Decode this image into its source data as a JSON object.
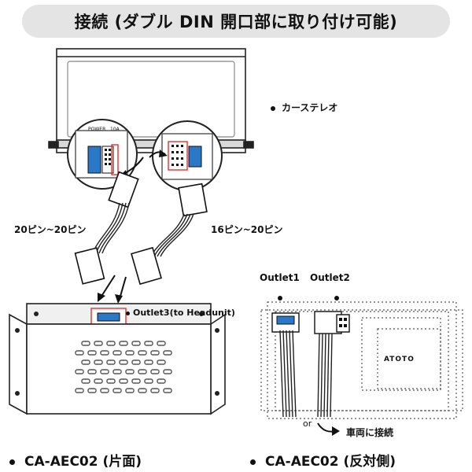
{
  "title": "接続 (ダブル DIN 開口部に取り付け可能)",
  "car_stereo_label": "カーステレオ",
  "cable_left_label": "20ピン~20ピン",
  "cable_right_label": "16ピン~20ピン",
  "unit_power_text": "POWER",
  "unit_amp_text": "10A",
  "outlet1_label": "Outlet1",
  "outlet2_label": "Outlet2",
  "outlet3_label": "Outlet3(to Headunit)",
  "or_label": "or",
  "vehicle_connect_label": "車両に接続",
  "brand_text": "ATOTO",
  "product_left_label": "CA-AEC02 (片面)",
  "product_right_label": "CA-AEC02 (反対側)"
}
